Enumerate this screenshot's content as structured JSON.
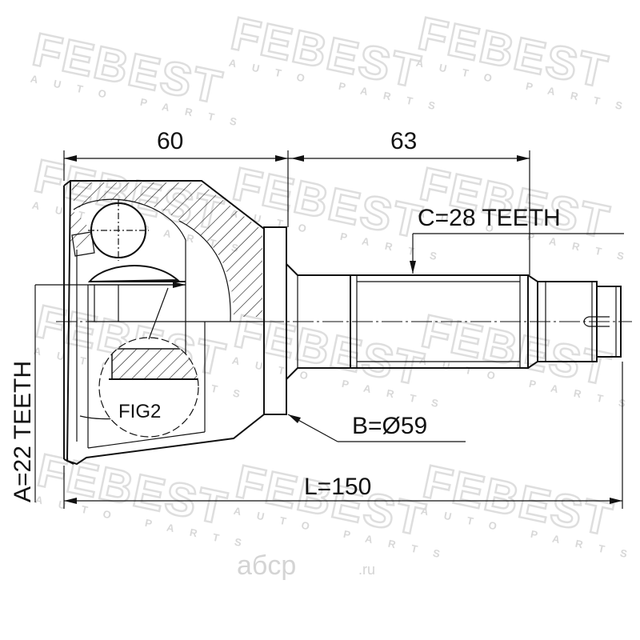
{
  "brand": {
    "watermark": "FEBEST",
    "watermark_sub": "AUTO PARTS",
    "site_main": "aбcp",
    "site_tld": ".ru"
  },
  "part": {
    "type": "outer CV joint (drive shaft end)"
  },
  "dimensions": {
    "dim_60": "60",
    "dim_63": "63",
    "spline_c": "C=28 TEETH",
    "spline_a": "A=22 TEETH",
    "diameter_b": "B=Ø59",
    "length_l": "L=150",
    "detail_label": "FIG2"
  },
  "colors": {
    "line": "#111111",
    "watermark": "#dedede",
    "background": "#ffffff"
  }
}
